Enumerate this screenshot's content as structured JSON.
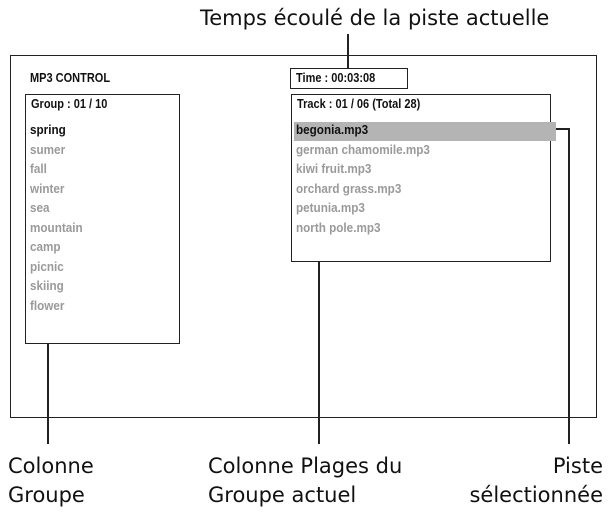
{
  "callouts": {
    "elapsed_time": "Temps écoulé de la piste actuelle",
    "group_column_line1": "Colonne",
    "group_column_line2": "Groupe",
    "tracks_column_line1": "Colonne Plages du",
    "tracks_column_line2": "Groupe actuel",
    "selected_track_line1": "Piste",
    "selected_track_line2": "sélectionnée"
  },
  "screen": {
    "title": "MP3 CONTROL",
    "time": "Time : 00:03:08",
    "group_header": "Group : 01 / 10",
    "groups": [
      "spring",
      "sumer",
      "fall",
      "winter",
      "sea",
      "mountain",
      "camp",
      "picnic",
      "skiing",
      "flower"
    ],
    "active_group_index": 0,
    "track_header": "Track : 01 / 06 (Total 28)",
    "tracks": [
      "begonia.mp3",
      "german chamomile.mp3",
      "kiwi fruit.mp3",
      "orchard grass.mp3",
      "petunia.mp3",
      "north pole.mp3"
    ],
    "selected_track_index": 0
  },
  "colors": {
    "active_text": "#111111",
    "inactive_text": "#9a9a9a",
    "selection_highlight": "#b4b4b4"
  }
}
